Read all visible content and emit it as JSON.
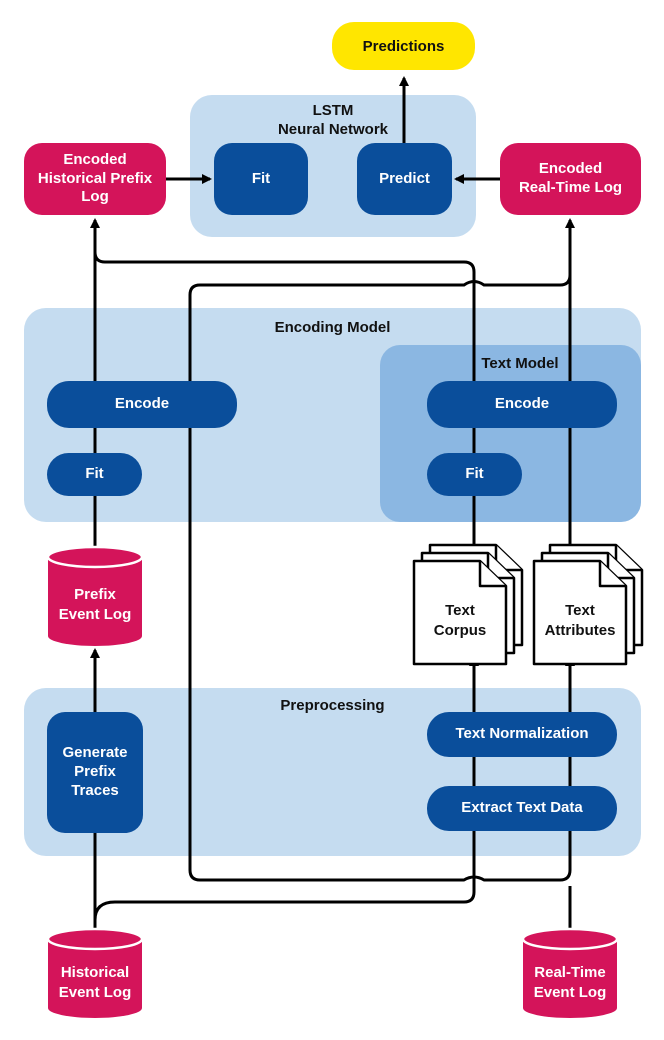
{
  "predictions": "Predictions",
  "lstm": {
    "title": "LSTM\nNeural Network",
    "fit": "Fit",
    "predict": "Predict"
  },
  "encoded_historical": "Encoded\nHistorical Prefix\nLog",
  "encoded_realtime": "Encoded\nReal-Time Log",
  "encoding_model": {
    "title": "Encoding Model",
    "encode": "Encode",
    "fit": "Fit",
    "text_model": {
      "title": "Text Model",
      "encode": "Encode",
      "fit": "Fit"
    }
  },
  "prefix_event_log": "Prefix\nEvent Log",
  "text_corpus": "Text\nCorpus",
  "text_attributes": "Text\nAttributes",
  "preprocessing": {
    "title": "Preprocessing",
    "generate_prefix_traces": "Generate\nPrefix\nTraces",
    "text_normalization": "Text Normalization",
    "extract_text_data": "Extract Text Data"
  },
  "historical_event_log": "Historical\nEvent Log",
  "realtime_event_log": "Real-Time\nEvent Log",
  "colors": {
    "panel": "#c5dcf0",
    "panel_dark": "#8bb7e2",
    "box": "#0a4e9b",
    "pink": "#d4145a",
    "yellow": "#ffe600"
  }
}
